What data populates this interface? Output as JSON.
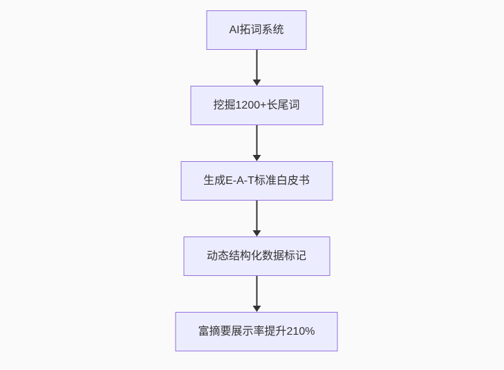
{
  "page": {
    "background_color": "#fafafa"
  },
  "flowchart": {
    "type": "flowchart",
    "direction": "top-down",
    "style": {
      "node_fill": "#ECECFF",
      "node_border": "#9370DB",
      "text_color": "#333333",
      "arrow_color": "#333333"
    },
    "nodes": [
      {
        "id": "n1",
        "label": "AI拓词系统"
      },
      {
        "id": "n2",
        "label": "挖掘1200+长尾词"
      },
      {
        "id": "n3",
        "label": "生成E-A-T标准白皮书"
      },
      {
        "id": "n4",
        "label": "动态结构化数据标记"
      },
      {
        "id": "n5",
        "label": "富摘要展示率提升210%"
      }
    ],
    "edges": [
      {
        "from": "n1",
        "to": "n2"
      },
      {
        "from": "n2",
        "to": "n3"
      },
      {
        "from": "n3",
        "to": "n4"
      },
      {
        "from": "n4",
        "to": "n5"
      }
    ]
  }
}
